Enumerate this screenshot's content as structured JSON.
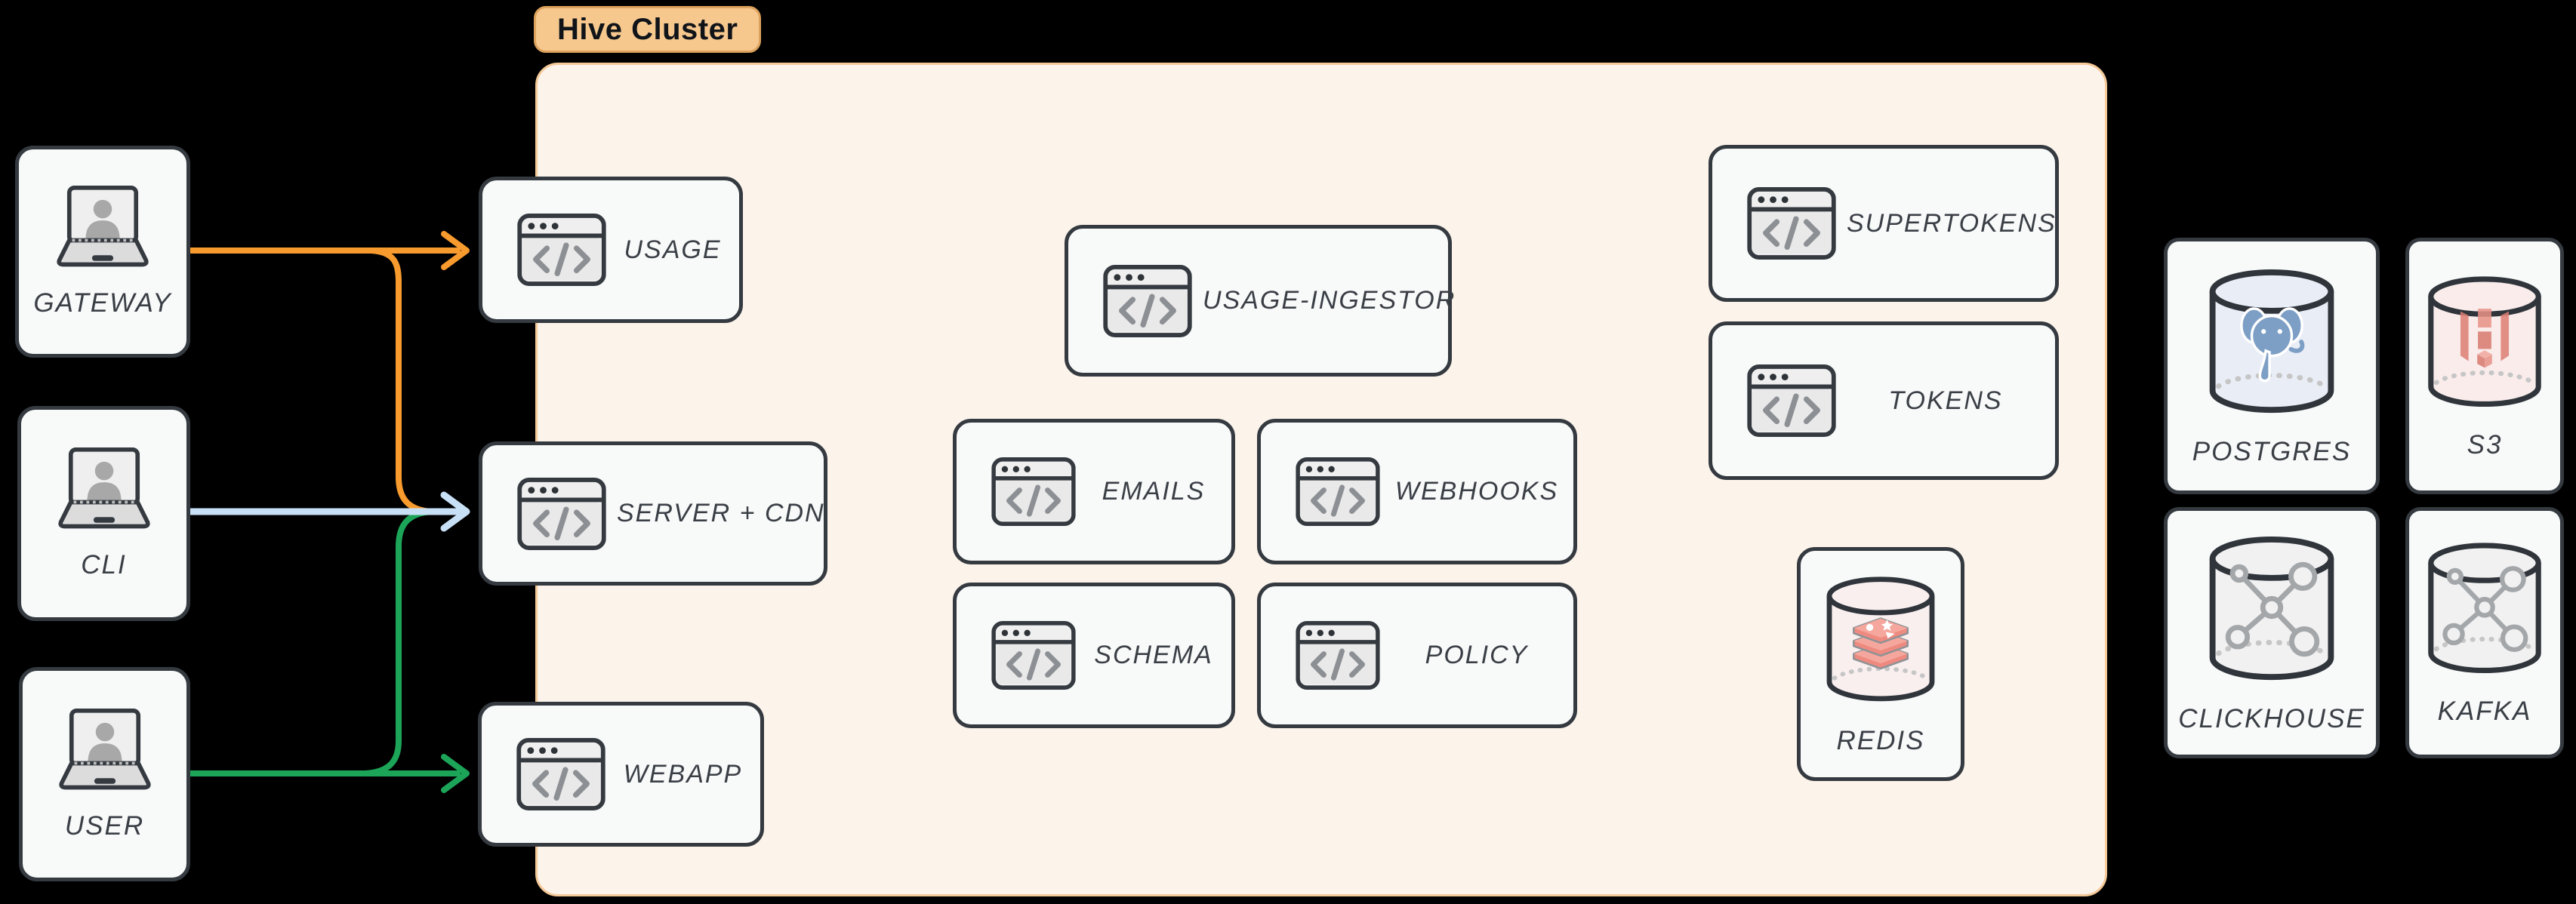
{
  "cluster": {
    "badge": "Hive Cluster",
    "services": {
      "usage": "USAGE",
      "server_cdn": "SERVER + CDN",
      "webapp": "WEBAPP",
      "usage_ingestor": "USAGE-INGESTOR",
      "emails": "EMAILS",
      "webhooks": "WEBHOOKS",
      "schema": "SCHEMA",
      "policy": "POLICY",
      "supertokens": "SUPERTOKENS",
      "tokens": "TOKENS",
      "redis": "REDIS"
    }
  },
  "actors": {
    "gateway": "GATEWAY",
    "cli": "CLI",
    "user": "USER"
  },
  "external_datastores": {
    "postgres": "POSTGRES",
    "s3": "S3",
    "clickhouse": "CLICKHOUSE",
    "kafka": "KAFKA"
  },
  "connections": [
    {
      "from": "GATEWAY",
      "to": "USAGE",
      "color": "orange"
    },
    {
      "from": "GATEWAY",
      "to": "SERVER + CDN",
      "color": "orange"
    },
    {
      "from": "CLI",
      "to": "SERVER + CDN",
      "color": "blue"
    },
    {
      "from": "USER",
      "to": "SERVER + CDN",
      "color": "green"
    },
    {
      "from": "USER",
      "to": "WEBAPP",
      "color": "green"
    }
  ],
  "colors": {
    "arrow_orange": "#F89B2E",
    "arrow_blue": "#C8E0F6",
    "arrow_green": "#1CA558",
    "cluster_fill": "#FCF3EB",
    "cluster_border": "#F5C998",
    "badge_fill": "#F6C88E",
    "node_fill": "#F8F9F9",
    "node_border": "#343A40",
    "postgres_tint": "#E9EDF6",
    "s3_tint": "#F9ECEB",
    "redis_tint": "#FAEFEF",
    "gray_tint": "#F1F1F1"
  }
}
